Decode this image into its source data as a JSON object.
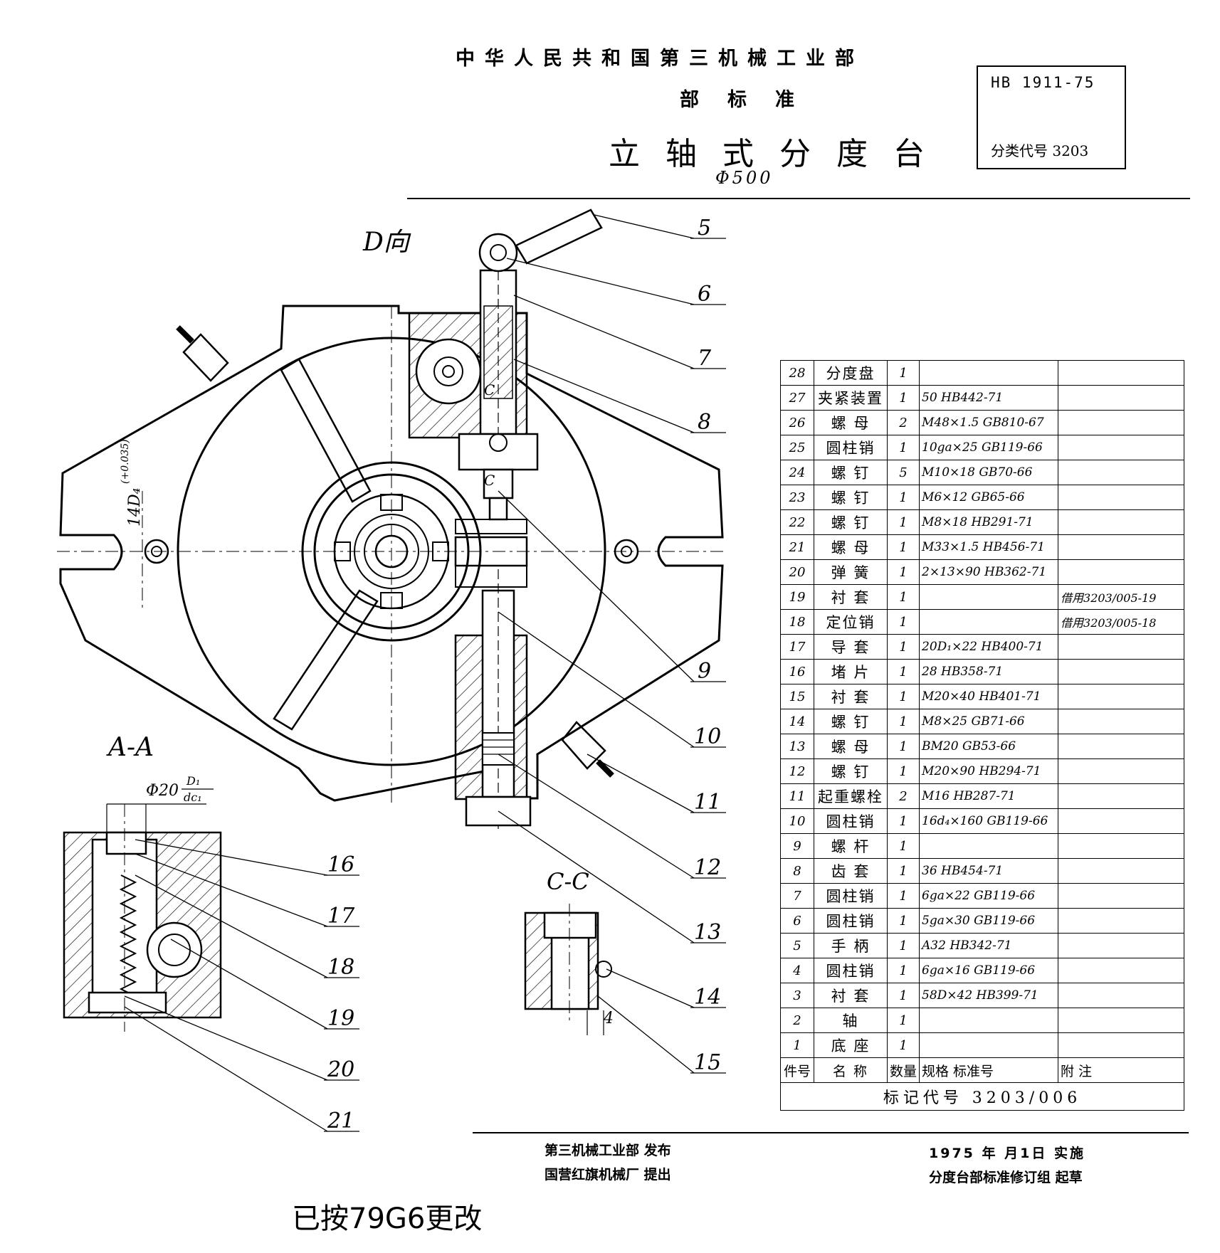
{
  "header": {
    "org": "中华人民共和国第三机械工业部",
    "standard": "部标准",
    "title": "立轴式分度台",
    "subtitle": "Φ500",
    "code_no": "HB 1911-75",
    "class_code": "分类代号 3203"
  },
  "views": {
    "d_view": "D向",
    "section_aa": "A-A",
    "section_cc": "C-C",
    "mark_c1": "C",
    "mark_c2": "C"
  },
  "dimensions": {
    "d4": "14D₄",
    "d4_tol": "(+0.035)",
    "phi20": "Φ20",
    "phi20_num": "D₁",
    "phi20_den": "dc₁",
    "cc_dim": "4"
  },
  "callouts": [
    "5",
    "6",
    "7",
    "8",
    "9",
    "10",
    "11",
    "12",
    "13",
    "14",
    "15",
    "16",
    "17",
    "18",
    "19",
    "20",
    "21"
  ],
  "parts_table": {
    "rows": [
      {
        "no": "28",
        "name": "分度盘",
        "qty": "1",
        "spec": "",
        "remark": ""
      },
      {
        "no": "27",
        "name": "夹紧装置",
        "qty": "1",
        "spec": "50   HB442-71",
        "remark": ""
      },
      {
        "no": "26",
        "name": "螺 母",
        "qty": "2",
        "spec": "M48×1.5 GB810-67",
        "remark": ""
      },
      {
        "no": "25",
        "name": "圆柱销",
        "qty": "1",
        "spec": "10ga×25 GB119-66",
        "remark": ""
      },
      {
        "no": "24",
        "name": "螺 钉",
        "qty": "5",
        "spec": "M10×18 GB70-66",
        "remark": ""
      },
      {
        "no": "23",
        "name": "螺 钉",
        "qty": "1",
        "spec": "M6×12 GB65-66",
        "remark": ""
      },
      {
        "no": "22",
        "name": "螺 钉",
        "qty": "1",
        "spec": "M8×18 HB291-71",
        "remark": ""
      },
      {
        "no": "21",
        "name": "螺 母",
        "qty": "1",
        "spec": "M33×1.5 HB456-71",
        "remark": ""
      },
      {
        "no": "20",
        "name": "弹 簧",
        "qty": "1",
        "spec": "2×13×90 HB362-71",
        "remark": ""
      },
      {
        "no": "19",
        "name": "衬 套",
        "qty": "1",
        "spec": "",
        "remark": "借用3203/005-19"
      },
      {
        "no": "18",
        "name": "定位销",
        "qty": "1",
        "spec": "",
        "remark": "借用3203/005-18"
      },
      {
        "no": "17",
        "name": "导 套",
        "qty": "1",
        "spec": "20D₁×22 HB400-71",
        "remark": ""
      },
      {
        "no": "16",
        "name": "堵 片",
        "qty": "1",
        "spec": "28   HB358-71",
        "remark": ""
      },
      {
        "no": "15",
        "name": "衬 套",
        "qty": "1",
        "spec": "M20×40 HB401-71",
        "remark": ""
      },
      {
        "no": "14",
        "name": "螺 钉",
        "qty": "1",
        "spec": "M8×25 GB71-66",
        "remark": ""
      },
      {
        "no": "13",
        "name": "螺 母",
        "qty": "1",
        "spec": "BM20  GB53-66",
        "remark": ""
      },
      {
        "no": "12",
        "name": "螺 钉",
        "qty": "1",
        "spec": "M20×90 HB294-71",
        "remark": ""
      },
      {
        "no": "11",
        "name": "起重螺栓",
        "qty": "2",
        "spec": "M16   HB287-71",
        "remark": ""
      },
      {
        "no": "10",
        "name": "圆柱销",
        "qty": "1",
        "spec": "16d₄×160 GB119-66",
        "remark": ""
      },
      {
        "no": "9",
        "name": "螺 杆",
        "qty": "1",
        "spec": "",
        "remark": ""
      },
      {
        "no": "8",
        "name": "齿 套",
        "qty": "1",
        "spec": "36    HB454-71",
        "remark": ""
      },
      {
        "no": "7",
        "name": "圆柱销",
        "qty": "1",
        "spec": "6ga×22 GB119-66",
        "remark": ""
      },
      {
        "no": "6",
        "name": "圆柱销",
        "qty": "1",
        "spec": "5ga×30 GB119-66",
        "remark": ""
      },
      {
        "no": "5",
        "name": "手 柄",
        "qty": "1",
        "spec": "A32   HB342-71",
        "remark": ""
      },
      {
        "no": "4",
        "name": "圆柱销",
        "qty": "1",
        "spec": "6ga×16 GB119-66",
        "remark": ""
      },
      {
        "no": "3",
        "name": "衬 套",
        "qty": "1",
        "spec": "58D×42 HB399-71",
        "remark": ""
      },
      {
        "no": "2",
        "name": "轴",
        "qty": "1",
        "spec": "",
        "remark": ""
      },
      {
        "no": "1",
        "name": "底 座",
        "qty": "1",
        "spec": "",
        "remark": ""
      }
    ],
    "head": {
      "no": "件号",
      "name": "名 称",
      "qty": "数量",
      "spec": "规格 标准号",
      "remark": "附 注"
    },
    "mark_code": "标记代号 3203/006"
  },
  "footer": {
    "issuer": "第三机械工业部  发布",
    "proposer": "国营红旗机械厂  提出",
    "date": "1975 年  月1日  实施",
    "drafter": "分度台部标准修订组  起草"
  },
  "note": "已按79G6更改"
}
